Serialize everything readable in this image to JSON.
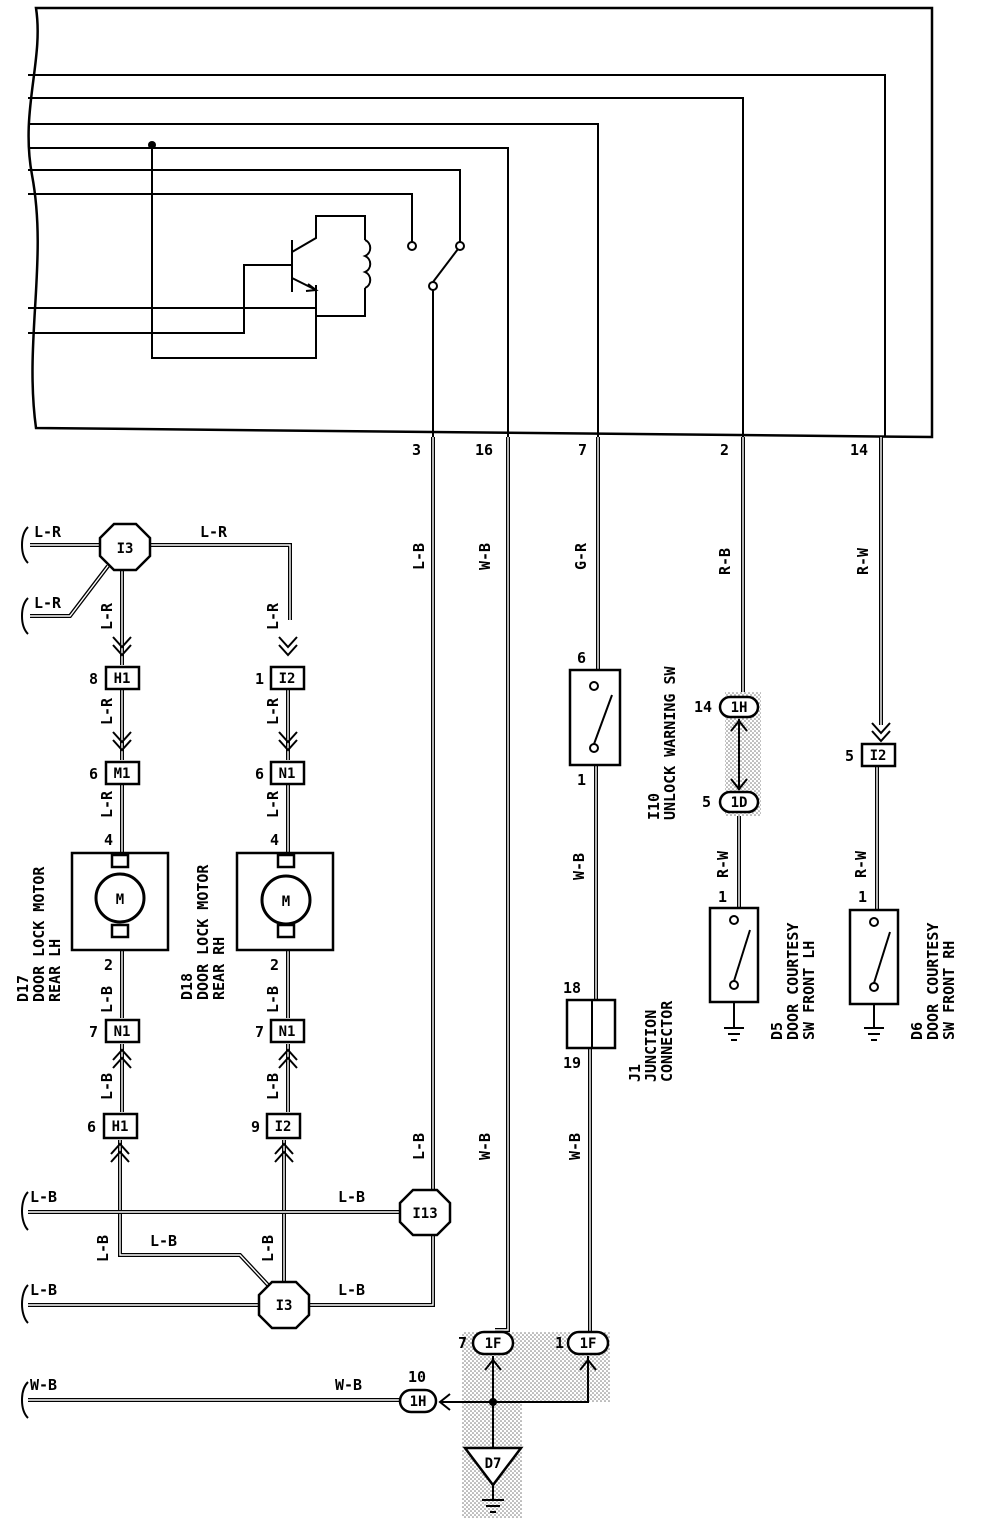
{
  "ecu": {
    "pins": [
      "3",
      "16",
      "7",
      "2",
      "14"
    ]
  },
  "wire_colors": {
    "pin3": "L-B",
    "pin16": "W-B",
    "pin7": "G-R",
    "pin2": "R-B",
    "pin14": "R-W",
    "lr_left_top": "L-R",
    "lr_left_mid": "L-R",
    "lr_top_right": "L-R",
    "lr_d17_1": "L-R",
    "lr_d17_2": "L-R",
    "lr_d17_3": "L-R",
    "lr_d18_1": "L-R",
    "lr_d18_2": "L-R",
    "lr_d18_3": "L-R",
    "lb_d17_1": "L-B",
    "lb_d17_2": "L-B",
    "lb_d18_1": "L-B",
    "lb_d18_2": "L-B",
    "lb_left_1": "L-B",
    "lb_mid_1": "L-B",
    "lb_left_2": "L-B",
    "lb_mid_2": "L-B",
    "lb_vert_a": "L-B",
    "lb_vert_b": "L-B",
    "lb_pin3_low": "L-B",
    "wb_pin16_low": "W-B",
    "wb_i10": "W-B",
    "wb_j1": "W-B",
    "wb_left": "W-B",
    "wb_ground": "W-B",
    "rw_d5": "R-W",
    "rw_d6": "R-W"
  },
  "connectors": {
    "i3_top": "I3",
    "i3_bottom": "I3",
    "i13": "I13",
    "h1_a": "H1",
    "h1_b": "H1",
    "i2_a": "I2",
    "i2_b": "I2",
    "i2_c": "I2",
    "m1": "M1",
    "n1_a": "N1",
    "n1_b": "N1",
    "n1_c": "N1",
    "c1h_a": "1H",
    "c1d": "1D",
    "c1f_a": "1F",
    "c1f_b": "1F",
    "c1h_b": "1H",
    "ground": "D7"
  },
  "pin_numbers": {
    "h1_a": "8",
    "i2_a": "1",
    "m1": "6",
    "n1_a": "6",
    "d17_top": "4",
    "d18_top": "4",
    "d17_bot": "2",
    "d18_bot": "2",
    "n1_b": "7",
    "n1_c": "7",
    "h1_b": "6",
    "i2_b": "9",
    "i10_top": "6",
    "i10_bot": "1",
    "c1h_a": "14",
    "c1d": "5",
    "i2_c": "5",
    "d5_top": "1",
    "d6_top": "1",
    "j1_top": "18",
    "j1_bot": "19",
    "c1f_a": "7",
    "c1f_b": "1",
    "c1h_b": "10"
  },
  "components": {
    "d17": [
      "D17",
      "DOOR LOCK MOTOR",
      "REAR LH"
    ],
    "d18": [
      "D18",
      "DOOR LOCK MOTOR",
      "REAR RH"
    ],
    "i10": [
      "I10",
      "UNLOCK WARNING SW"
    ],
    "j1": [
      "J1",
      "JUNCTION",
      "CONNECTOR"
    ],
    "d5": [
      "D5",
      "DOOR COURTESY",
      "SW FRONT LH"
    ],
    "d6": [
      "D6",
      "DOOR COURTESY",
      "SW FRONT RH"
    ],
    "motor_symbol": "M"
  }
}
